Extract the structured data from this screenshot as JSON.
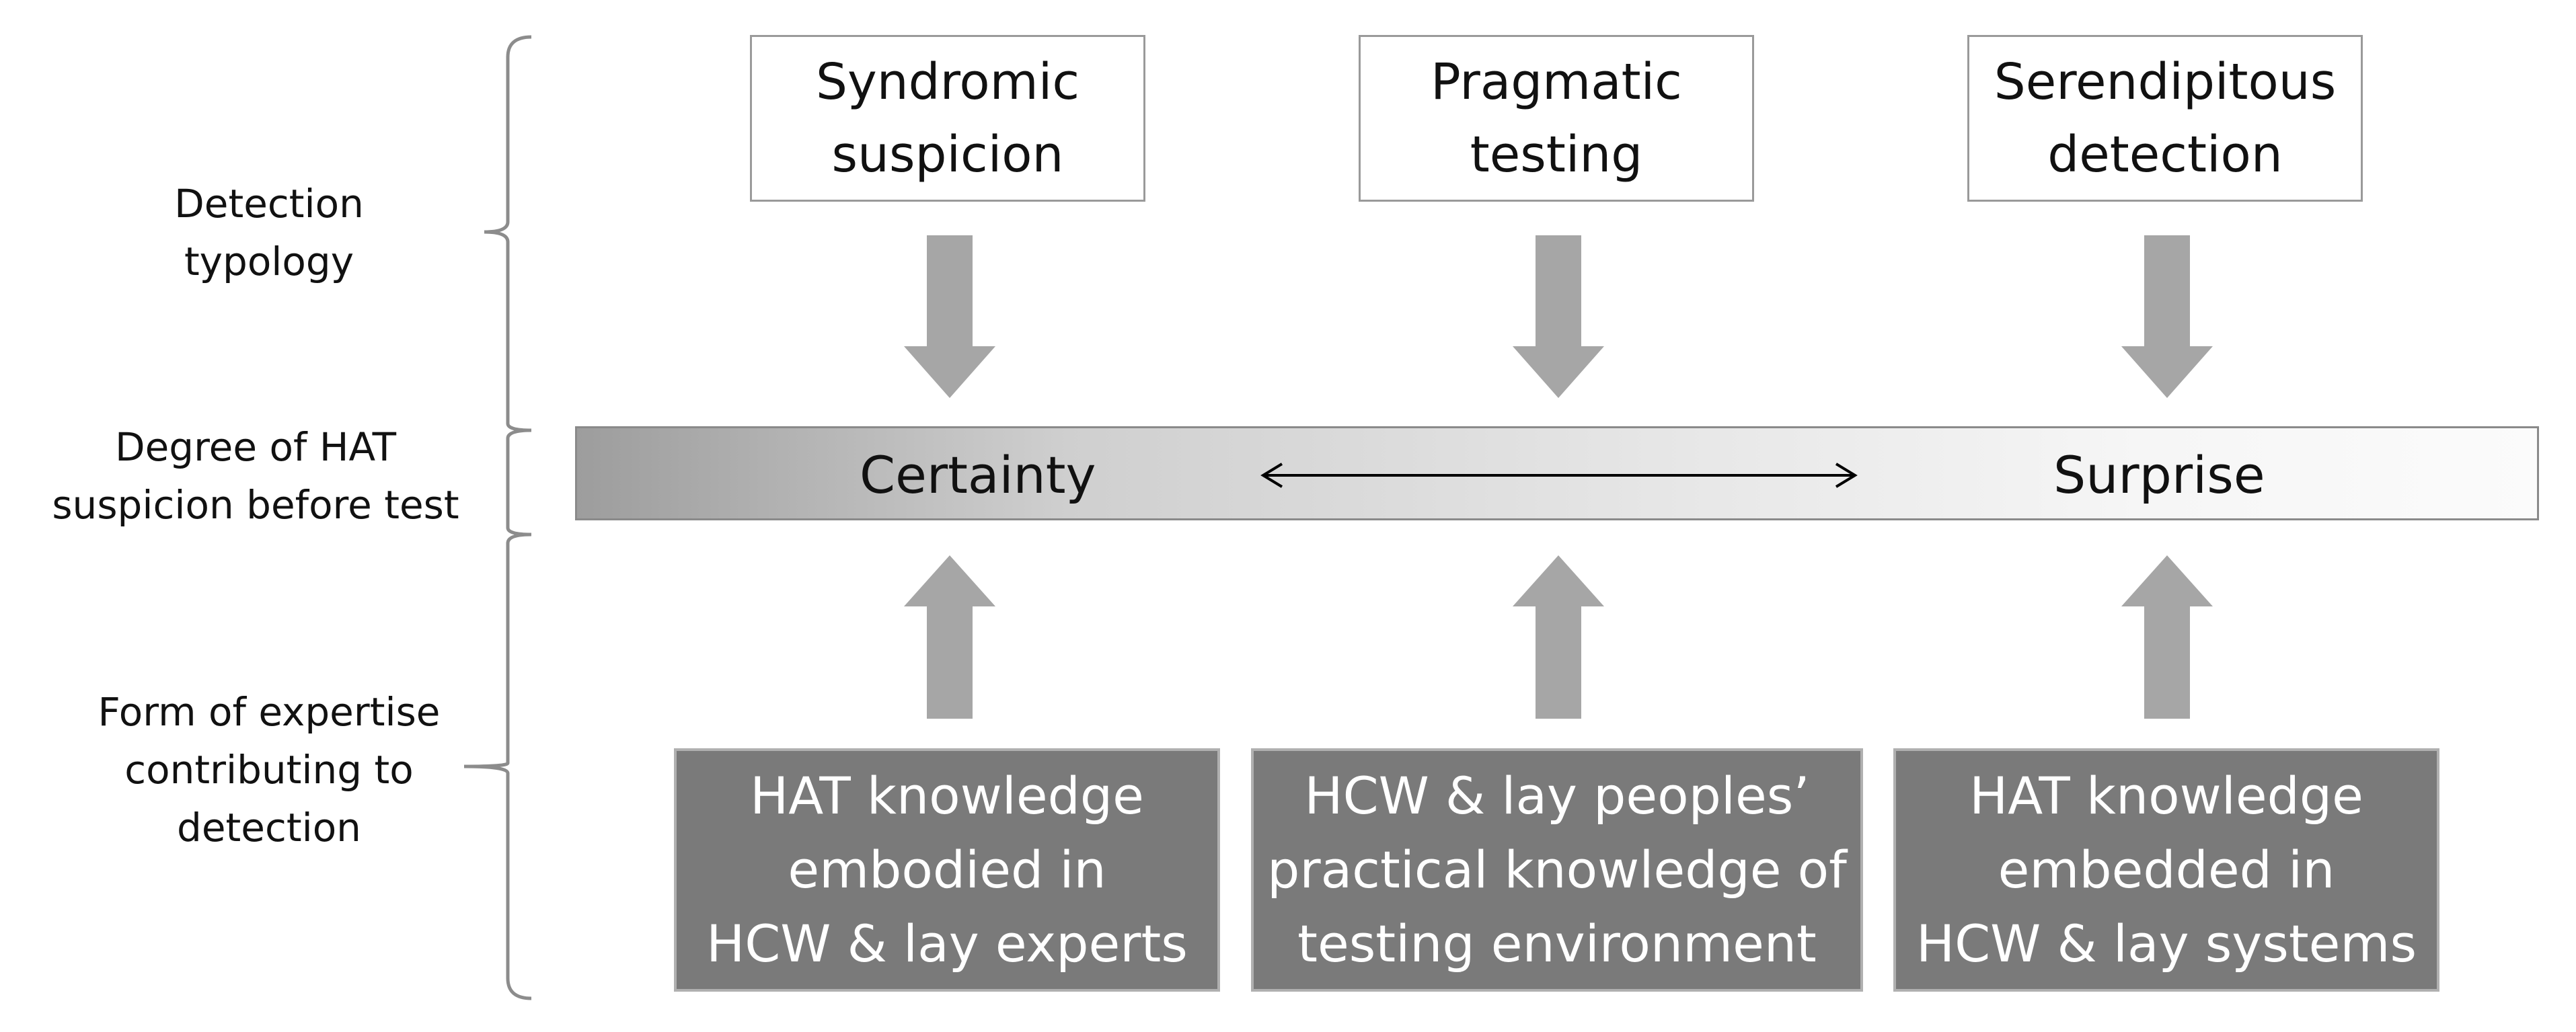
{
  "side_labels": {
    "detection_typology": [
      "Detection",
      "typology"
    ],
    "degree_of_suspicion": [
      "Degree of HAT",
      "suspicion before test"
    ],
    "form_of_expertise": [
      "Form of expertise",
      "contributing to",
      "detection"
    ]
  },
  "top_boxes": [
    {
      "lines": [
        "Syndromic",
        "suspicion"
      ]
    },
    {
      "lines": [
        "Pragmatic",
        "testing"
      ]
    },
    {
      "lines": [
        "Serendipitous",
        "detection"
      ]
    }
  ],
  "spectrum": {
    "left_label": "Certainty",
    "right_label": "Surprise"
  },
  "bottom_boxes": [
    {
      "lines": [
        "HAT knowledge",
        "embodied in",
        "HCW & lay experts"
      ]
    },
    {
      "lines": [
        "HCW & lay peoples’",
        "practical knowledge of",
        "testing environment"
      ]
    },
    {
      "lines": [
        "HAT knowledge",
        "embedded in",
        "HCW & lay systems"
      ]
    }
  ],
  "colors": {
    "arrow": "#a6a6a6",
    "bottom_box_fill": "#7a7a7a",
    "brace": "#8c8c8c"
  },
  "icons": {
    "down_arrow": "block-arrow-down-icon",
    "up_arrow": "block-arrow-up-icon",
    "double_arrow": "double-headed-arrow-icon",
    "brace": "curly-brace-icon"
  }
}
